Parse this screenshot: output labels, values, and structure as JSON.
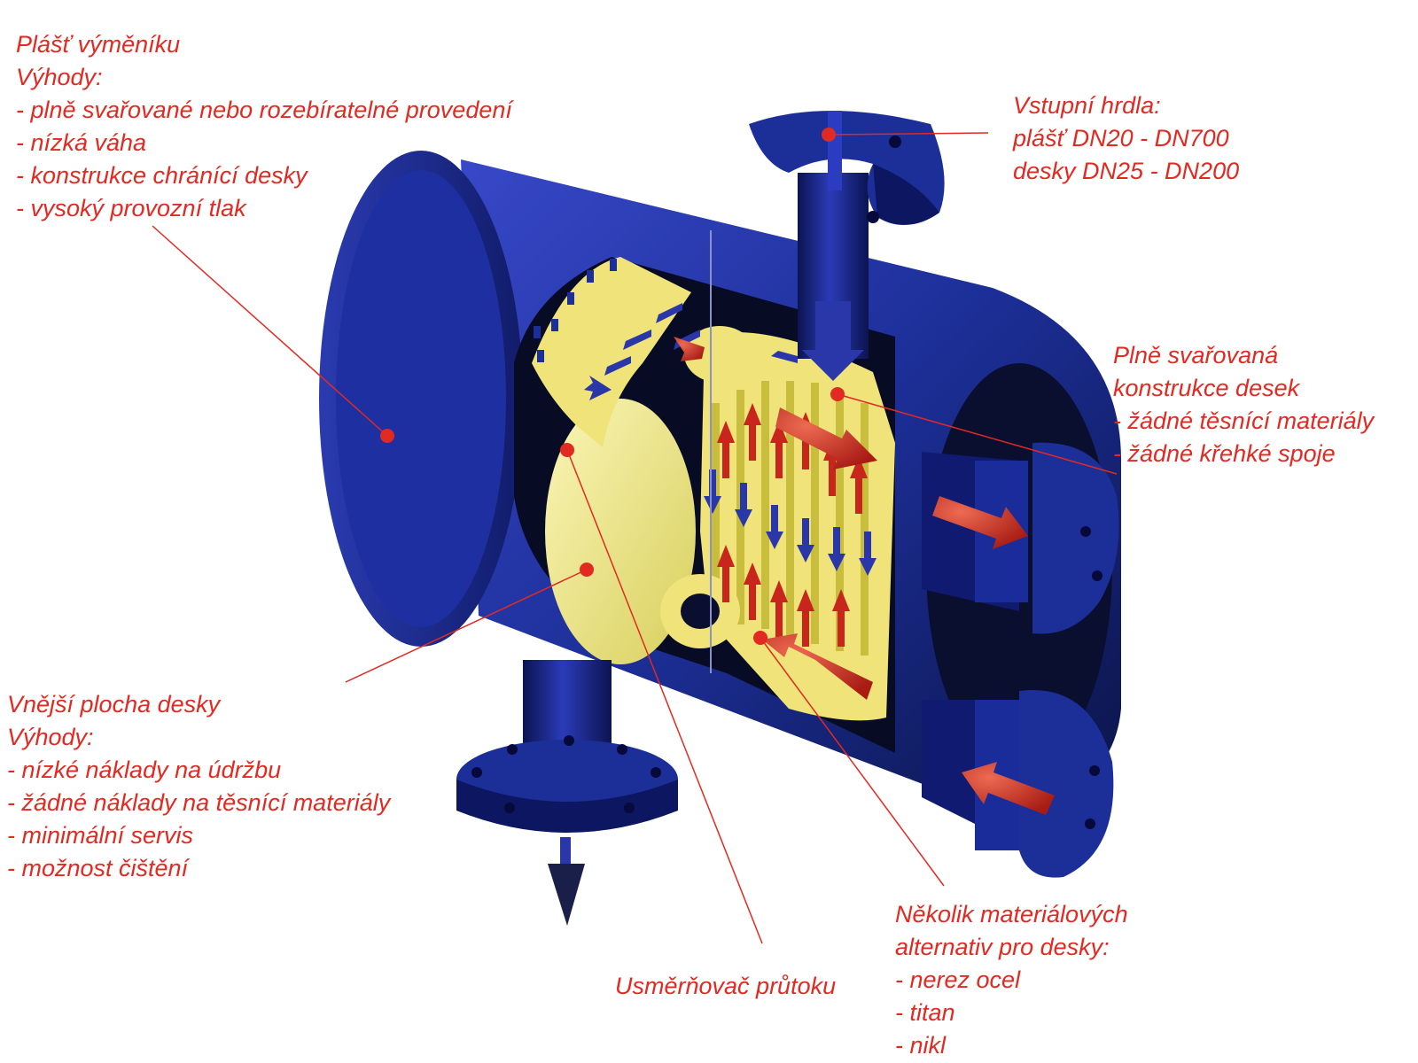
{
  "colors": {
    "label": "#e02a22",
    "shell": "#1c2f98",
    "plates": "#f2e98a",
    "arrow_hot": "#c8261c",
    "arrow_cold": "#2a37a8"
  },
  "labels": {
    "shell": {
      "title": "Plášť výměníku",
      "subtitle": "Výhody:",
      "items": [
        "- plně svařované nebo rozebíratelné provedení",
        "- nízká váha",
        "- konstrukce chránící desky",
        "- vysoký provozní tlak"
      ]
    },
    "inlets": {
      "title": "Vstupní hrdla:",
      "items": [
        "plášť DN20 - DN700",
        "desky DN25 - DN200"
      ]
    },
    "welded": {
      "title": "Plně svařovaná",
      "subtitle": "konstrukce desek",
      "items": [
        "- žádné těsnící materiály",
        "- žádné křehké spoje"
      ]
    },
    "outer": {
      "title": "Vnější plocha desky",
      "subtitle": "Výhody:",
      "items": [
        "- nízké náklady na údržbu",
        "- žádné náklady na těsnící materiály",
        "- minimální servis",
        "- možnost čištění"
      ]
    },
    "flow": {
      "title": "Usměrňovač průtoku"
    },
    "materials": {
      "title": "Několik materiálových",
      "subtitle": "alternativ pro desky:",
      "items": [
        "- nerez ocel",
        "- titan",
        "- nikl"
      ]
    }
  }
}
